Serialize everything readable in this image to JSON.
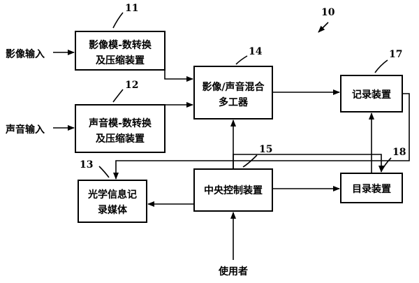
{
  "diagram": {
    "figure_number": "10",
    "inputs": {
      "video_input": "影像输入",
      "audio_input": "声音输入",
      "user": "使用者"
    },
    "blocks": {
      "video_codec": {
        "line1": "影像模-数转换",
        "line2": "及压缩装置",
        "ref": "11"
      },
      "audio_codec": {
        "line1": "声音模-数转换",
        "line2": "及压缩装置",
        "ref": "12"
      },
      "optical_media": {
        "line1": "光学信息记",
        "line2": "录媒体",
        "ref": "13"
      },
      "mux": {
        "line1": "影像/声音混合",
        "line2": "多工器",
        "ref": "14"
      },
      "central_control": {
        "line1": "中央控制装置",
        "ref": "15"
      },
      "recorder": {
        "line1": "记录装置",
        "ref": "17"
      },
      "directory": {
        "line1": "目录装置",
        "ref": "18"
      }
    }
  }
}
